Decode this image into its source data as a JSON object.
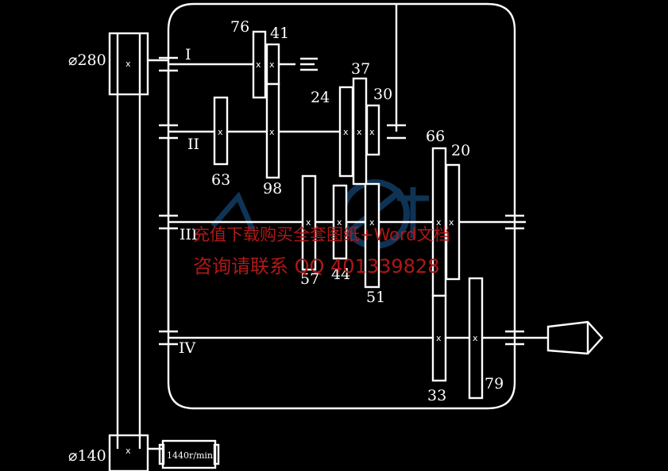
{
  "pulleys": {
    "large_dia": "⌀280",
    "small_dia": "⌀140"
  },
  "motor": {
    "speed": "1440r/min"
  },
  "shafts": [
    "I",
    "II",
    "III",
    "IV"
  ],
  "gears": {
    "g76": "76",
    "g41": "41",
    "g24": "24",
    "g37": "37",
    "g30": "30",
    "g63": "63",
    "g98": "98",
    "g66": "66",
    "g20": "20",
    "g57": "57",
    "g44": "44",
    "g51": "51",
    "g33": "33",
    "g79": "79"
  },
  "watermark": {
    "line1": "充值下载购买全套图纸+Word文档",
    "line2": "咨询请联系  QQ 401339828"
  },
  "colors": {
    "lines": "#ffffff",
    "background": "#000000",
    "watermark": "#b01818",
    "logo": "#1c5e9c"
  }
}
